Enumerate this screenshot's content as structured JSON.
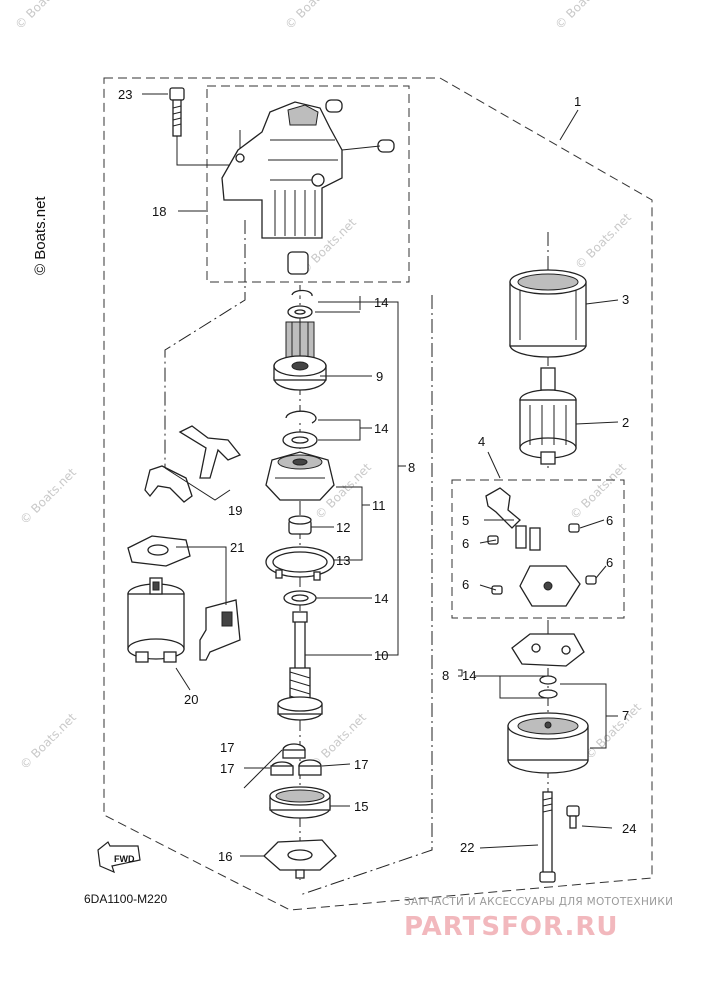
{
  "diagram": {
    "code": "6DA1100-M220",
    "fwd_label": "FWD",
    "copyright_vertical": "© Boats.net",
    "watermark_text": "© Boats.net",
    "promo_line1": "ЗАПЧАСТИ И АКСЕССУАРЫ ДЛЯ МОТОТЕХНИКИ",
    "promo_line2": "PARTSFOR.RU",
    "callouts": {
      "c1": "1",
      "c2": "2",
      "c3": "3",
      "c4": "4",
      "c5": "5",
      "c6a": "6",
      "c6b": "6",
      "c6c": "6",
      "c6d": "6",
      "c7": "7",
      "c8a": "8",
      "c8b": "8",
      "c9": "9",
      "c10": "10",
      "c11": "11",
      "c12": "12",
      "c13": "13",
      "c14a": "14",
      "c14b": "14",
      "c14c": "14",
      "c14d": "14",
      "c15": "15",
      "c16": "16",
      "c17a": "17",
      "c17b": "17",
      "c17c": "17",
      "c18": "18",
      "c19": "19",
      "c20": "20",
      "c21": "21",
      "c22": "22",
      "c23": "23",
      "c24": "24"
    }
  }
}
